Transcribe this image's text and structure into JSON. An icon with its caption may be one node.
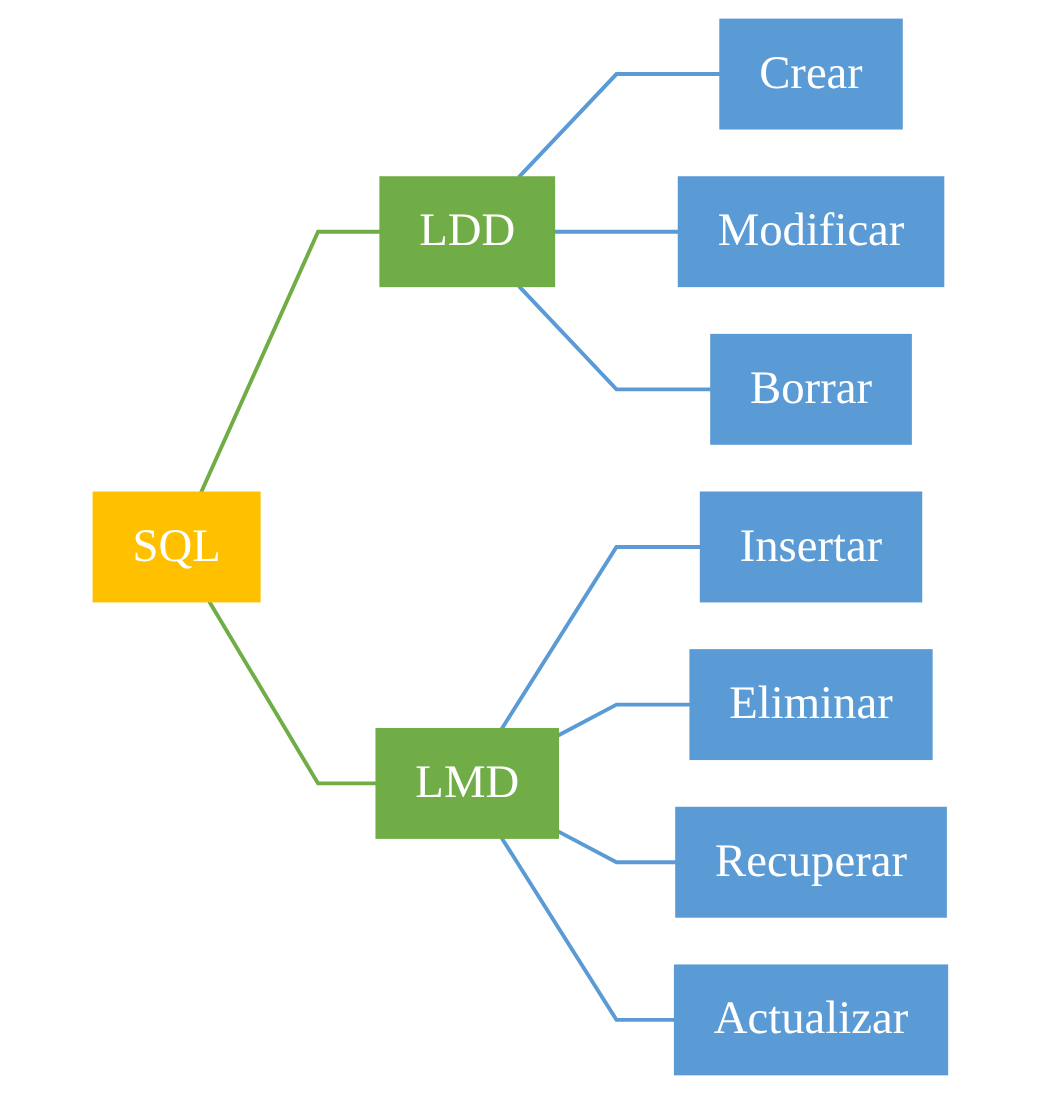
{
  "diagram": {
    "nodes": [
      {
        "text": [
          "SQL"
        ]
      },
      {
        "text": [
          "LDD"
        ]
      },
      {
        "text": [
          "LMD"
        ]
      },
      {
        "text": [
          "Crear"
        ]
      },
      {
        "text": [
          "Modificar"
        ]
      },
      {
        "text": [
          "Borrar"
        ]
      },
      {
        "text": [
          "Insertar"
        ]
      },
      {
        "text": [
          "Eliminar"
        ]
      },
      {
        "text": [
          "Recuperar"
        ]
      },
      {
        "text": [
          "Actualizar"
        ]
      }
    ],
    "edges": [
      {
        "from": 0,
        "to": 1,
        "arrow": "none",
        "color": "#70ad47"
      },
      {
        "from": 0,
        "to": 2,
        "arrow": "none",
        "color": "#70ad47"
      },
      {
        "from": 1,
        "to": 3,
        "arrow": "none"
      },
      {
        "from": 1,
        "to": 4,
        "arrow": "none"
      },
      {
        "from": 1,
        "to": 5,
        "arrow": "none"
      },
      {
        "from": 2,
        "to": 6,
        "arrow": "none"
      },
      {
        "from": 2,
        "to": 7,
        "arrow": "none"
      },
      {
        "from": 2,
        "to": 8,
        "arrow": "none"
      },
      {
        "from": 2,
        "to": 9,
        "arrow": "none"
      }
    ]
  }
}
